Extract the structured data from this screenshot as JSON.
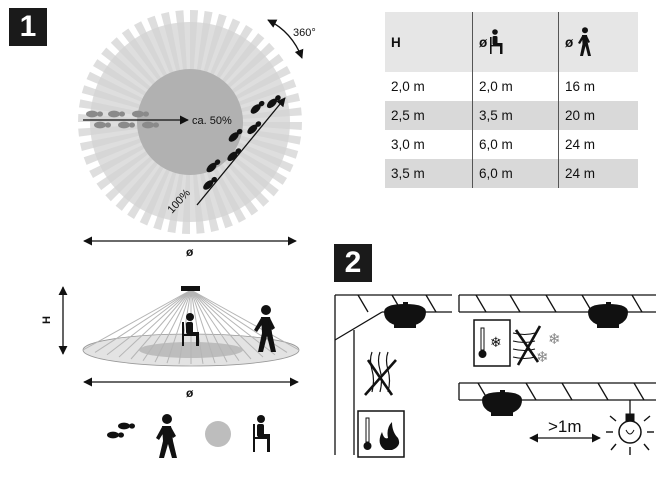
{
  "steps": {
    "one": "1",
    "two": "2"
  },
  "detection_zone": {
    "rotation_label": "360°",
    "walk_by_label": "ca. 50%",
    "walk_towards_label": "100%",
    "diameter_label": "ø"
  },
  "side_view": {
    "height_label": "H",
    "diameter_label": "ø"
  },
  "range_table": {
    "headers": [
      "H",
      "ø",
      "ø"
    ],
    "header_icons": [
      "",
      "seated-person-icon",
      "walking-person-icon"
    ],
    "rows": [
      [
        "2,0 m",
        "2,0 m",
        "16 m"
      ],
      [
        "2,5 m",
        "3,5 m",
        "20 m"
      ],
      [
        "3,0 m",
        "6,0 m",
        "24 m"
      ],
      [
        "3,5 m",
        "6,0 m",
        "24 m"
      ]
    ]
  },
  "installation": {
    "distance_label": ">1m"
  },
  "colors": {
    "dark": "#1a1a1a",
    "zone_outer": "#d0d0d0",
    "zone_inner": "#b3b3b3",
    "table_shade": "#d9d9d9"
  }
}
